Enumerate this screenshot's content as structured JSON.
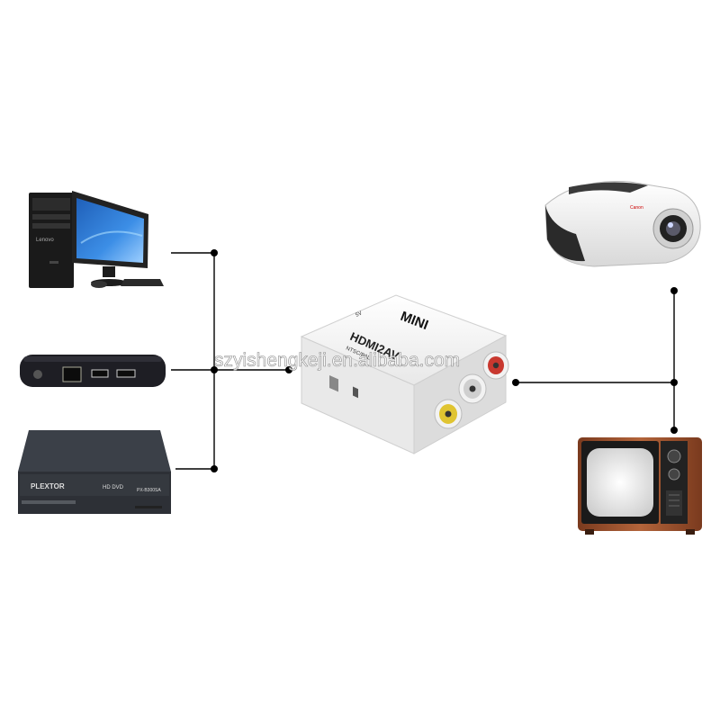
{
  "devices": {
    "pc": {
      "brand": "Lenovo"
    },
    "media_box": {
      "ports": [
        "RJ45",
        "USB",
        "HDMI"
      ]
    },
    "bluray": {
      "brand": "PLEXTOR",
      "format": "HD DVD",
      "model": "PX-B300SA"
    },
    "projector": {
      "brand": "Canon"
    },
    "tv": {}
  },
  "converter": {
    "label_mini": "MINI",
    "label_model": "HDMI2AV",
    "label_switch": "NTSC/PAL",
    "label_power": "5V",
    "jacks": [
      "yellow",
      "white",
      "red"
    ]
  },
  "watermark": "szyishengkeji.en.alibaba.com",
  "colors": {
    "line": "#000000",
    "converter_body": "#f4f4f4",
    "screen_blue": "#2f7fd6",
    "tv_wood": "#a0522d"
  }
}
